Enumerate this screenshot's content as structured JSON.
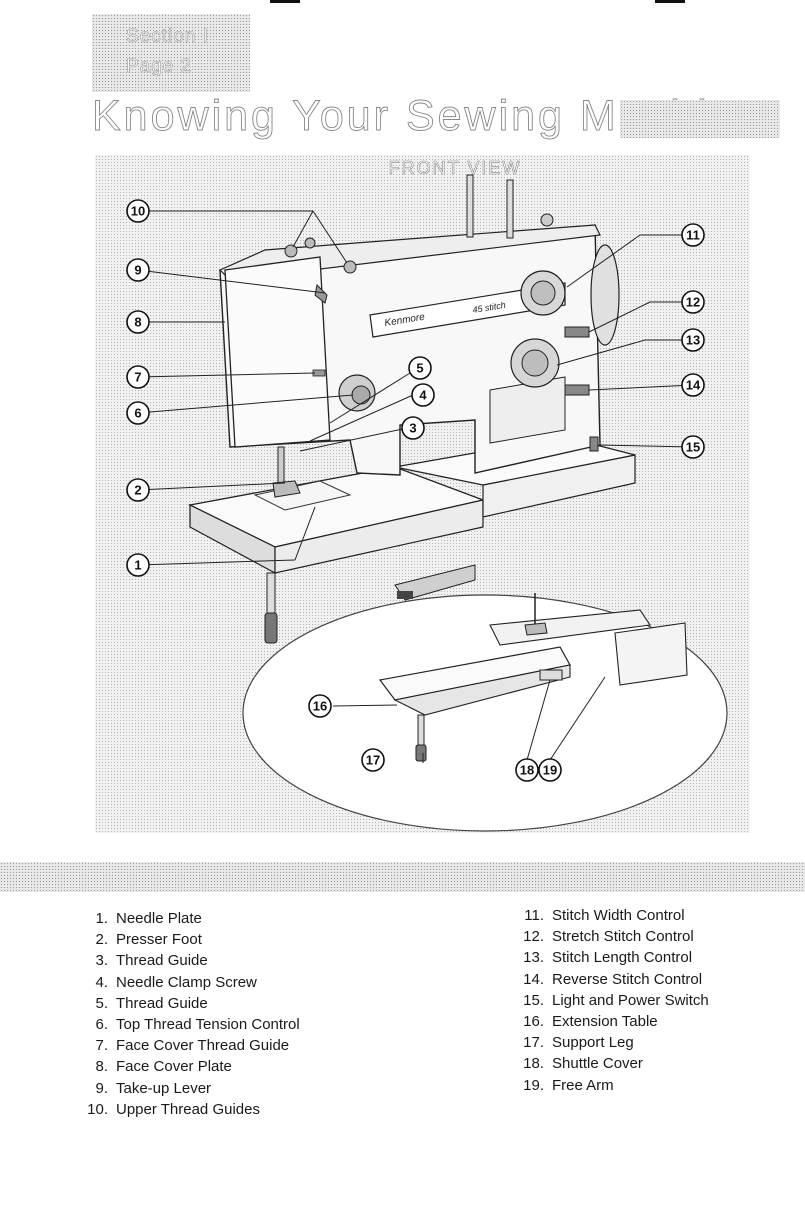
{
  "header": {
    "section_label": "Section I",
    "page_label": "Page 2",
    "title": "Knowing Your Sewing Machine"
  },
  "figure": {
    "label": "FRONT VIEW",
    "brand_badge": "Kenmore",
    "badge_stitch": "45 stitch",
    "callouts": [
      "1",
      "2",
      "3",
      "4",
      "5",
      "6",
      "7",
      "8",
      "9",
      "10",
      "11",
      "12",
      "13",
      "14",
      "15",
      "16",
      "17",
      "18",
      "19"
    ]
  },
  "legend": {
    "left": [
      {
        "num": "1.",
        "label": "Needle Plate"
      },
      {
        "num": "2.",
        "label": "Presser Foot"
      },
      {
        "num": "3.",
        "label": "Thread Guide"
      },
      {
        "num": "4.",
        "label": "Needle Clamp Screw"
      },
      {
        "num": "5.",
        "label": "Thread Guide"
      },
      {
        "num": "6.",
        "label": "Top Thread Tension Control"
      },
      {
        "num": "7.",
        "label": "Face Cover Thread Guide"
      },
      {
        "num": "8.",
        "label": "Face Cover Plate"
      },
      {
        "num": "9.",
        "label": "Take-up Lever"
      },
      {
        "num": "10.",
        "label": "Upper Thread Guides"
      }
    ],
    "right": [
      {
        "num": "11.",
        "label": "Stitch Width Control"
      },
      {
        "num": "12.",
        "label": "Stretch Stitch Control"
      },
      {
        "num": "13.",
        "label": "Stitch Length Control"
      },
      {
        "num": "14.",
        "label": "Reverse Stitch Control"
      },
      {
        "num": "15.",
        "label": "Light and Power Switch"
      },
      {
        "num": "16.",
        "label": "Extension Table"
      },
      {
        "num": "17.",
        "label": "Support Leg"
      },
      {
        "num": "18.",
        "label": "Shuttle Cover"
      },
      {
        "num": "19.",
        "label": "Free Arm"
      }
    ]
  }
}
